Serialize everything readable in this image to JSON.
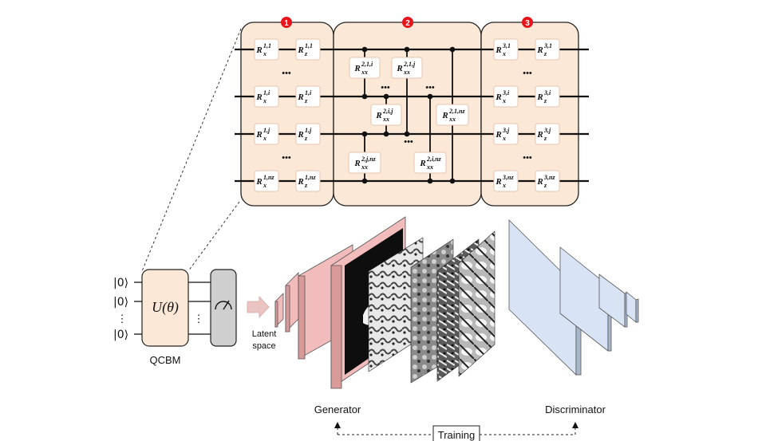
{
  "blocks": [
    {
      "number": "1"
    },
    {
      "number": "2"
    },
    {
      "number": "3"
    }
  ],
  "block1": {
    "rx": [
      "1,1",
      "1,i",
      "1,j",
      "1,nz"
    ],
    "rz": [
      "1,1",
      "1,i",
      "1,j",
      "1,nz"
    ]
  },
  "block2": {
    "g1": "2,1,i",
    "g2": "2,1,j",
    "g3": "2,i,j",
    "g4": "2,1,nz",
    "g5": "2,j,nz",
    "g6": "2,i,nz"
  },
  "block3": {
    "rx": [
      "3,1",
      "3,i",
      "3,j",
      "3,nz"
    ],
    "rz": [
      "3,1",
      "3,i",
      "3,j",
      "3,nz"
    ]
  },
  "gate_letters": {
    "R": "R",
    "x": "x",
    "z": "z",
    "xx": "xx"
  },
  "ellipsis": "•••",
  "vdots": "⋮",
  "qcbm": {
    "kets": [
      "|0⟩",
      "|0⟩",
      "|0⟩"
    ],
    "operator": "U(θ)",
    "label": "QCBM"
  },
  "labels": {
    "latent_line1": "Latent",
    "latent_line2": "space",
    "generator": "Generator",
    "discriminator": "Discriminator",
    "training": "Training"
  },
  "colors": {
    "block_fill": "#fce8d6",
    "block_stroke": "#222222",
    "badge": "#e8131b",
    "generator_fill": "#f2bcbc",
    "generator_side": "#d99a9a",
    "discriminator_fill": "#d8e4f6",
    "discriminator_side": "#a9b7cc",
    "measure_fill": "#cfcfcf"
  }
}
